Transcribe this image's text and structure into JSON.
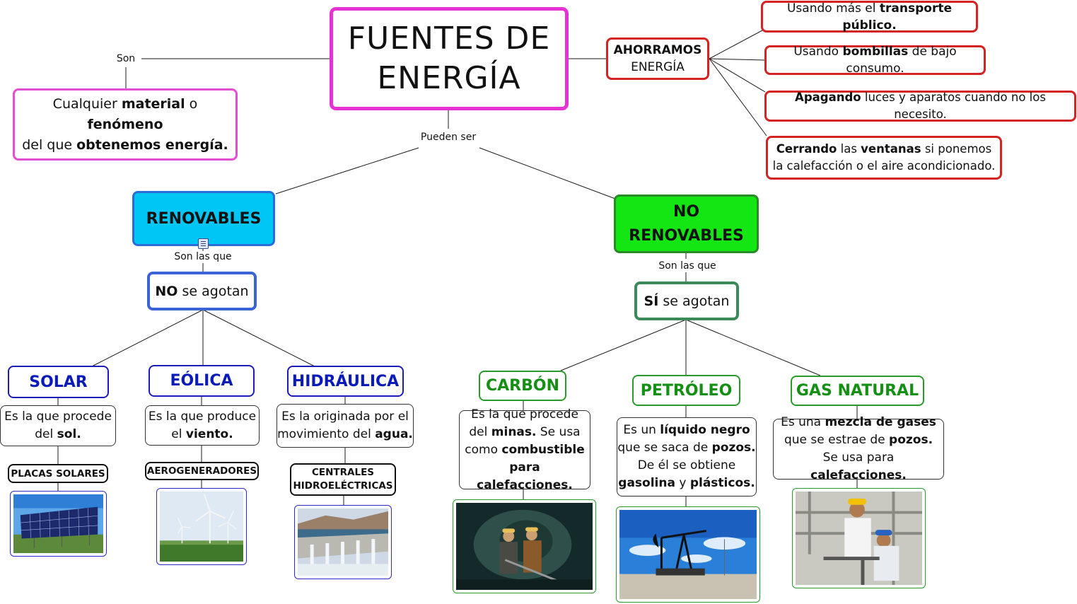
{
  "title": {
    "line1": "FUENTES DE",
    "line2": "ENERGÍA"
  },
  "links": {
    "son": "Son",
    "pueden_ser": "Pueden ser",
    "son_las_que_left": "Son las que",
    "son_las_que_right": "Son las que"
  },
  "definition": {
    "p1": "Cualquier ",
    "b1": "material",
    "p2": " o ",
    "b2": "fenómeno",
    "p3": "del que ",
    "b3": "obtenemos energía."
  },
  "ahorro": {
    "line1": "AHORRAMOS",
    "line2": "ENERGÍA"
  },
  "tips": [
    {
      "p1": "Usando más el ",
      "b1": "transporte público."
    },
    {
      "p1": "Usando ",
      "b1": "bombillas",
      "p2": " de bajo consumo."
    },
    {
      "b1": "Apagando",
      "p1": " luces y aparatos cuando no los necesito."
    },
    {
      "b1": "Cerrando",
      "p1": " las ",
      "b2": "ventanas",
      "p2": " si ponemos",
      "line2": "la calefacción o el aire acondicionado."
    }
  ],
  "renovables": {
    "label": "RENOVABLES",
    "agotan": {
      "b": "NO",
      "p": " se agotan"
    },
    "sources": [
      {
        "name": "SOLAR",
        "desc": {
          "p1": "Es la que procede",
          "p2": "del ",
          "b1": "sol."
        },
        "tag": "PLACAS SOLARES",
        "image": "solar-panels"
      },
      {
        "name": "EÓLICA",
        "desc": {
          "p1": "Es la que produce",
          "p2": "el ",
          "b1": "viento."
        },
        "tag": "AEROGENERADORES",
        "image": "wind-turbines"
      },
      {
        "name": "HIDRÁULICA",
        "desc": {
          "p1": "Es la originada por el",
          "p2": "movimiento del ",
          "b1": "agua."
        },
        "tag_line1": "CENTRALES",
        "tag_line2": "HIDROELÉCTRICAS",
        "image": "hydro-dam"
      }
    ]
  },
  "no_renovables": {
    "label_line1": "NO",
    "label_line2": "RENOVABLES",
    "agotan": {
      "b": "SÍ",
      "p": " se agotan"
    },
    "sources": [
      {
        "name": "CARBÓN",
        "desc": {
          "p1": "Es la que procede",
          "p2": "del ",
          "b1": "minas.",
          "p3": " Se usa",
          "p4": "como ",
          "b2": "combustible",
          "b3": "para calefacciones."
        },
        "image": "coal-miners"
      },
      {
        "name": "PETRÓLEO",
        "desc": {
          "p1": "Es un ",
          "b1": "líquido negro",
          "p2": "que se saca de ",
          "b2": "pozos.",
          "p3": "De él se obtiene",
          "b3": "gasolina",
          "p4": " y ",
          "b4": "plásticos."
        },
        "image": "oil-pump"
      },
      {
        "name": "GAS NATURAL",
        "desc": {
          "p1": "Es una ",
          "b1": "mezcla de gases",
          "p2": "que se estrae de ",
          "b2": "pozos.",
          "p3": "Se usa para ",
          "b3": "calefacciones."
        },
        "image": "gas-workers"
      }
    ]
  },
  "colors": {
    "title_border": "#e632d2",
    "ahorro_border": "#d42323",
    "renovables_fill": "#00c6f6",
    "no_renovables_fill": "#14e614",
    "renovable_text": "#0b1bb8",
    "no_renovable_text": "#149014"
  }
}
